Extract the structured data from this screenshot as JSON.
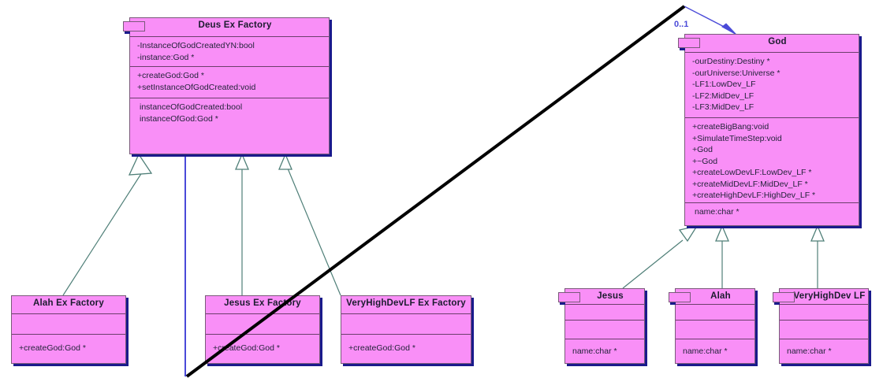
{
  "diagram": {
    "title": "UML Class Diagram - Abstract Factory (Deus Ex Factory / God)",
    "colors": {
      "class_fill": "#f98ff7",
      "class_border": "#7a5a7a",
      "class_shadow": "#1a1a8c",
      "inherit_line": "#4f7f78",
      "assoc_line": "#4a4ad8",
      "diagonal_line": "#000000",
      "multiplicity_text": "#4a4ad8"
    },
    "association": {
      "multiplicity_label": "0..1"
    }
  },
  "classes": {
    "deus_ex_factory": {
      "name": "Deus Ex Factory",
      "attributes": [
        "-InstanceOfGodCreatedYN:bool",
        "-instance:God *"
      ],
      "operations": [
        "+createGod:God *",
        "+setInstanceOfGodCreated:void"
      ],
      "extras": [
        "instanceOfGodCreated:bool",
        "instanceOfGod:God *"
      ]
    },
    "god": {
      "name": "God",
      "attributes": [
        "-ourDestiny:Destiny *",
        "-ourUniverse:Universe *",
        "-LF1:LowDev_LF",
        "-LF2:MidDev_LF",
        "-LF3:MidDev_LF"
      ],
      "operations": [
        "+createBigBang:void",
        "+SimulateTimeStep:void",
        "+God",
        "+~God",
        "+createLowDevLF:LowDev_LF *",
        "+createMidDevLF:MidDev_LF *",
        "+createHighDevLF:HighDev_LF *"
      ],
      "extras": [
        "name:char *"
      ]
    },
    "alah_ex_factory": {
      "name": "Alah Ex Factory",
      "attributes": [],
      "operations": [
        "+createGod:God *"
      ]
    },
    "jesus_ex_factory": {
      "name": "Jesus Ex Factory",
      "attributes": [],
      "operations": [
        "+createGod:God *"
      ]
    },
    "veryhighdevlf_ex_factory": {
      "name": "VeryHighDevLF Ex Factory",
      "attributes": [],
      "operations": [
        "+createGod:God *"
      ]
    },
    "jesus": {
      "name": "Jesus",
      "attributes": [],
      "operations": [],
      "extras": [
        "name:char *"
      ]
    },
    "alah": {
      "name": "Alah",
      "attributes": [],
      "operations": [],
      "extras": [
        "name:char *"
      ]
    },
    "veryhighdev_lf": {
      "name": "VeryHighDev LF",
      "attributes": [],
      "operations": [],
      "extras": [
        "name:char *"
      ]
    }
  }
}
